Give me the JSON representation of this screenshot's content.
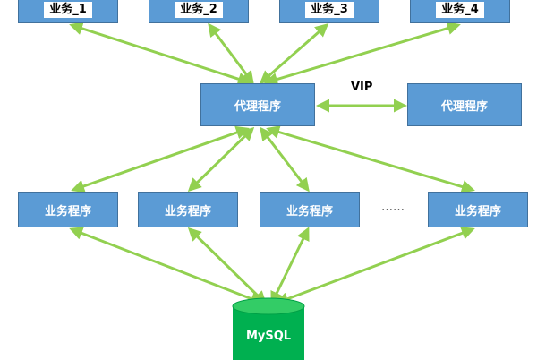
{
  "colors": {
    "box_fill": "#5b9bd5",
    "box_border": "#41719c",
    "arrow": "#92d050",
    "db_fill": "#00b050",
    "db_top": "#33cc66"
  },
  "services": [
    "业务_1",
    "业务_2",
    "业务_3",
    "业务_4"
  ],
  "proxy_primary": "代理程序",
  "proxy_backup": "代理程序",
  "vip_label": "VIP",
  "apps": [
    "业务程序",
    "业务程序",
    "业务程序",
    "业务程序"
  ],
  "ellipsis": "……",
  "database": "MySQL"
}
